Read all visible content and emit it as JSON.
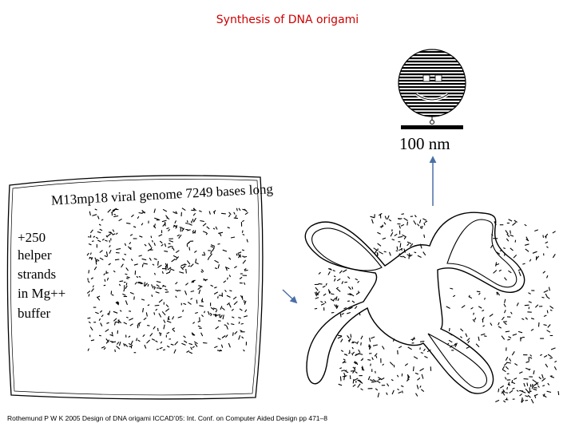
{
  "title": "Synthesis of DNA origami",
  "scale_bar_label": "100 nm",
  "left_panel": {
    "header": "M13mp18 viral genome  7249 bases long",
    "side_text": [
      "+250",
      "helper",
      "strands",
      "in Mg++",
      "buffer"
    ]
  },
  "citation": "Rothemund P W K 2005 Design of DNA origami ICCAD’05: Int. Conf. on Computer Aided Design pp 471–8",
  "colors": {
    "title": "#cc0000",
    "arrow": "#4a6fa5"
  }
}
